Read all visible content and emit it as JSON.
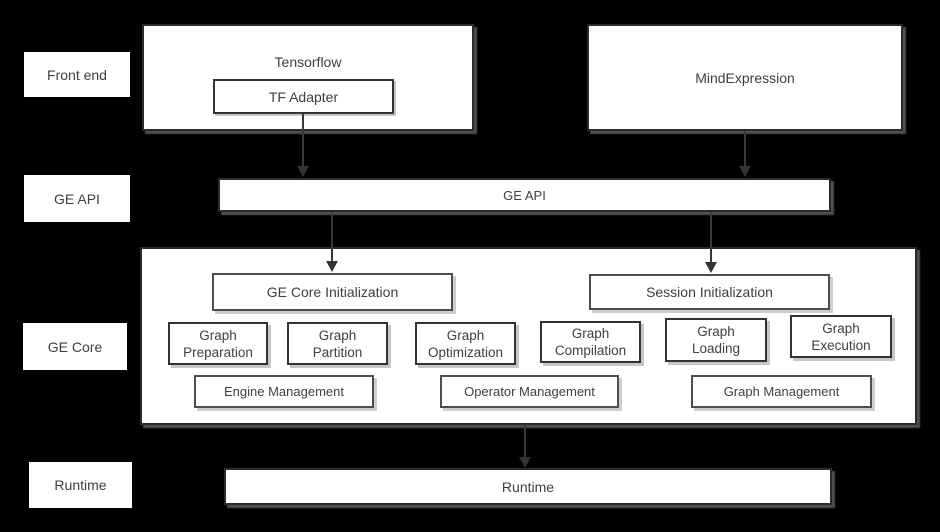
{
  "colors": {
    "background": "#000000",
    "box_fill": "#ffffff",
    "box_border_dark": "#2b2b2b",
    "box_border_gray": "#4d4d4d",
    "text": "#3f3f3f",
    "arrow": "#333333"
  },
  "row_labels": {
    "front_end": "Front end",
    "ge_api": "GE API",
    "ge_core": "GE Core",
    "runtime": "Runtime"
  },
  "front_end": {
    "tensorflow": "Tensorflow",
    "tf_adapter": "TF Adapter",
    "mind_expression": "MindExpression"
  },
  "ge_api": {
    "bar": "GE API"
  },
  "ge_core": {
    "init": [
      "GE Core Initialization",
      "Session Initialization"
    ],
    "graph_boxes": [
      {
        "line1": "Graph",
        "line2": "Preparation"
      },
      {
        "line1": "Graph",
        "line2": "Partition"
      },
      {
        "line1": "Graph",
        "line2": "Optimization"
      },
      {
        "line1": "Graph",
        "line2": "Compilation"
      },
      {
        "line1": "Graph",
        "line2": "Loading"
      },
      {
        "line1": "Graph",
        "line2": "Execution"
      }
    ],
    "management_boxes": [
      "Engine Management",
      "Operator Management",
      "Graph Management"
    ]
  },
  "runtime": {
    "bar": "Runtime"
  }
}
